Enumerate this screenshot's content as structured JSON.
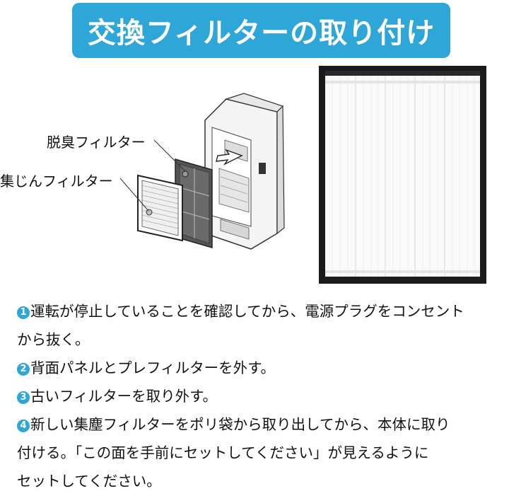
{
  "title": "交換フィルターの取り付け",
  "labels": {
    "deodor_filter": "脱臭フィルター",
    "dust_filter": "集じんフィルター"
  },
  "colors": {
    "accent": "#2ea6d8",
    "banner_text": "#ffffff",
    "filter_frame": "#1a1a1a"
  },
  "steps": [
    {
      "num": "1",
      "line1": "運転が停止していることを確認してから、電源プラグをコンセント",
      "line2": "から抜く。",
      "line3": ""
    },
    {
      "num": "2",
      "line1": "背面パネルとプレフィルターを外す。",
      "line2": "",
      "line3": ""
    },
    {
      "num": "3",
      "line1": "古いフィルターを取り外す。",
      "line2": "",
      "line3": ""
    },
    {
      "num": "4",
      "line1": "新しい集塵フィルターをポリ袋から取り出してから、本体に取り",
      "line2": "付ける。「この面を手前にセットしてください」が見えるように",
      "line3": "セットしてください。"
    }
  ]
}
